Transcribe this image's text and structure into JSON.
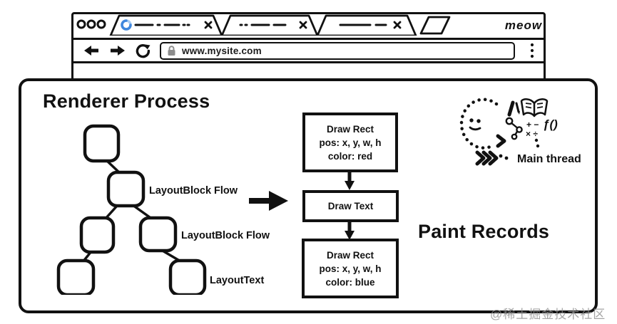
{
  "browser": {
    "brand": "meow",
    "address_bar": {
      "url": "www.mysite.com"
    }
  },
  "renderer_panel": {
    "title": "Renderer Process",
    "layout_tree_labels": {
      "node2": "LayoutBlock Flow",
      "node4": "LayoutBlock Flow",
      "node6": "LayoutText"
    },
    "paint_boxes": [
      {
        "line1": "Draw Rect",
        "line2": "pos: x, y, w, h",
        "line3": "color: red"
      },
      {
        "line1": "Draw Text"
      },
      {
        "line1": "Draw Rect",
        "line2": "pos: x, y, w, h",
        "line3": "color: blue"
      }
    ],
    "paint_records_title": "Paint Records",
    "main_thread": {
      "label": "Main thread",
      "math_top": "+ −",
      "math_bottom": "× ÷",
      "fn_symbol": "ƒ()"
    }
  },
  "watermark": "@稀土掘金技术社区",
  "colors": {
    "ink": "#111111",
    "spinner_blue": "#3f87dd",
    "spinner_light": "#a9cdf3",
    "lock_gray": "#8d8d8d",
    "watermark_gray": "#8f8f8f"
  }
}
